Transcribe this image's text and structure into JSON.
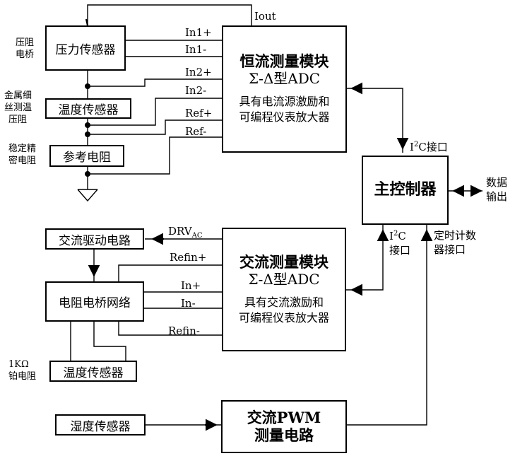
{
  "adc_dc": {
    "title": "恒流测量模块",
    "subtitle": "Σ-Δ型ADC",
    "desc_line1": "具有电流源激励和",
    "desc_line2": "可编程仪表放大器"
  },
  "adc_ac": {
    "title": "交流测量模块",
    "subtitle": "Σ-Δ型ADC",
    "desc_line1": "具有交流激励和",
    "desc_line2": "可编程仪表放大器"
  },
  "controller": {
    "title": "主控制器"
  },
  "pwm": {
    "line1": "交流PWM",
    "line2": "测量电路"
  },
  "blocks": {
    "pressure": "压力传感器",
    "temp_dc": "温度传感器",
    "ref": "参考电阻",
    "ac_drive": "交流驱动电路",
    "bridge": "电阻电桥网络",
    "temp_ac": "温度传感器",
    "humidity": "湿度传感器"
  },
  "side_labels": {
    "piezo_1": "压阻",
    "piezo_2": "电桥",
    "metal_1": "金属细",
    "metal_2": "丝测温",
    "metal_3": "压阻",
    "stable_1": "稳定精",
    "stable_2": "密电阻",
    "pt_1": "1KΩ",
    "pt_2": "铂电阻"
  },
  "signals": {
    "iout": "Iout",
    "in1p": "In1+",
    "in1m": "In1-",
    "in2p": "In2+",
    "in2m": "In2-",
    "refp": "Ref+",
    "refm": "Ref-",
    "drv": "DRV",
    "drv_sub": "AC",
    "refinp": "Refin+",
    "inp": "In+",
    "inm": "In-",
    "refinm": "Refin-"
  },
  "interfaces": {
    "i2c_top_a": "I",
    "i2c_top_sup": "2",
    "i2c_top_b": "C接口",
    "i2c_mid_a": "I",
    "i2c_mid_sup": "2",
    "i2c_mid_b": "C",
    "i2c_mid_2": "接口",
    "timer_1": "定时计数",
    "timer_2": "器接口",
    "data_1": "数据",
    "data_2": "输出"
  }
}
